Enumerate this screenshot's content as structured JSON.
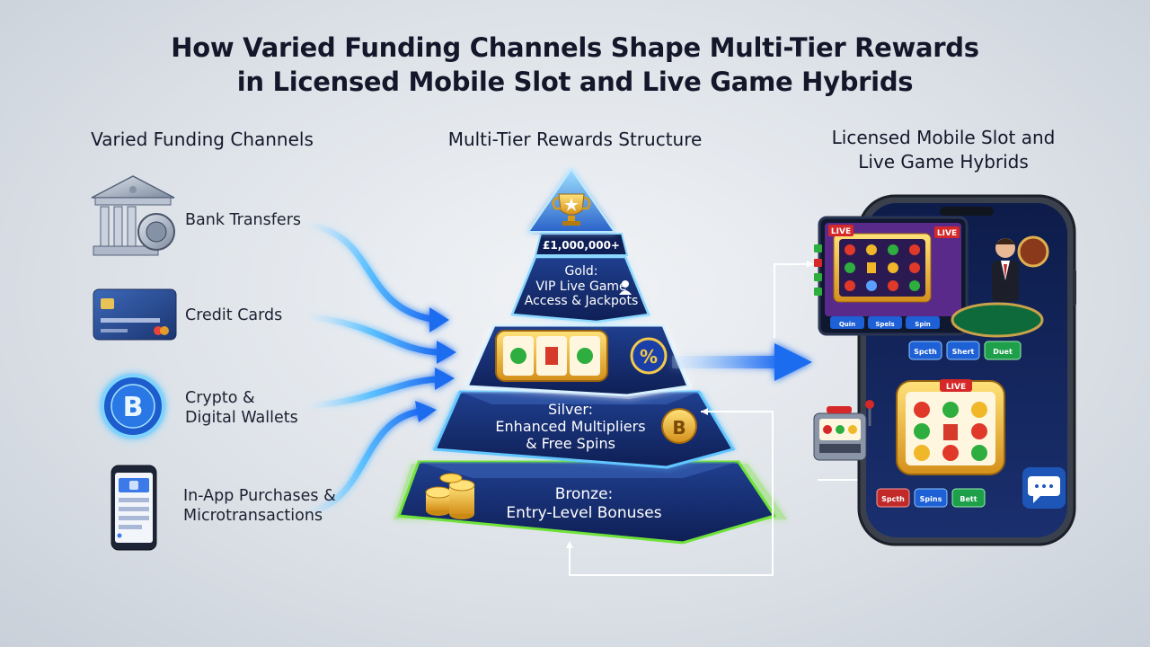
{
  "title": {
    "line1": "How Varied Funding Channels Shape Multi-Tier Rewards",
    "line2": "in Licensed Mobile Slot and Live Game Hybrids"
  },
  "columns": {
    "left_heading": "Varied Funding Channels",
    "middle_heading": "Multi-Tier Rewards Structure",
    "right_heading_line1": "Licensed Mobile Slot and",
    "right_heading_line2": "Live Game Hybrids"
  },
  "funding_channels": [
    {
      "label_line1": "Bank Transfers",
      "label_line2": "",
      "icon": "bank-vault-icon"
    },
    {
      "label_line1": "Credit Cards",
      "label_line2": "",
      "icon": "credit-card-icon"
    },
    {
      "label_line1": "Crypto &",
      "label_line2": "Digital Wallets",
      "icon": "bitcoin-icon"
    },
    {
      "label_line1": "In-App Purchases &",
      "label_line2": "Microtransactions",
      "icon": "phone-app-icon"
    }
  ],
  "pyramid": {
    "top_prize": "£1,000,000+",
    "gold_line1": "Gold:",
    "gold_line2": "VIP Live Game",
    "gold_line3": "Access & Jackpots",
    "percent_badge": "%",
    "silver_line1": "Silver:",
    "silver_line2": "Enhanced Multipliers",
    "silver_line3": "& Free Spins",
    "bronze_line1": "Bronze:",
    "bronze_line2": "Entry-Level Bonuses"
  },
  "phone": {
    "live_badge": "LIVE",
    "live_badge_2": "LIVE",
    "slot_live_badge": "LIVE",
    "tablet_buttons": [
      "Quin",
      "Spels",
      "Spin"
    ],
    "mid_buttons": [
      "Spcth",
      "Shert",
      "Duet"
    ],
    "bottom_buttons": [
      "Spcth",
      "Spins",
      "Bett"
    ]
  },
  "colors": {
    "accent_blue": "#2f8cff",
    "glow_cyan": "#48d8ff",
    "tier_navy": "#13296b",
    "gold": "#f2b429",
    "bronze_glow": "#7dde3c"
  }
}
